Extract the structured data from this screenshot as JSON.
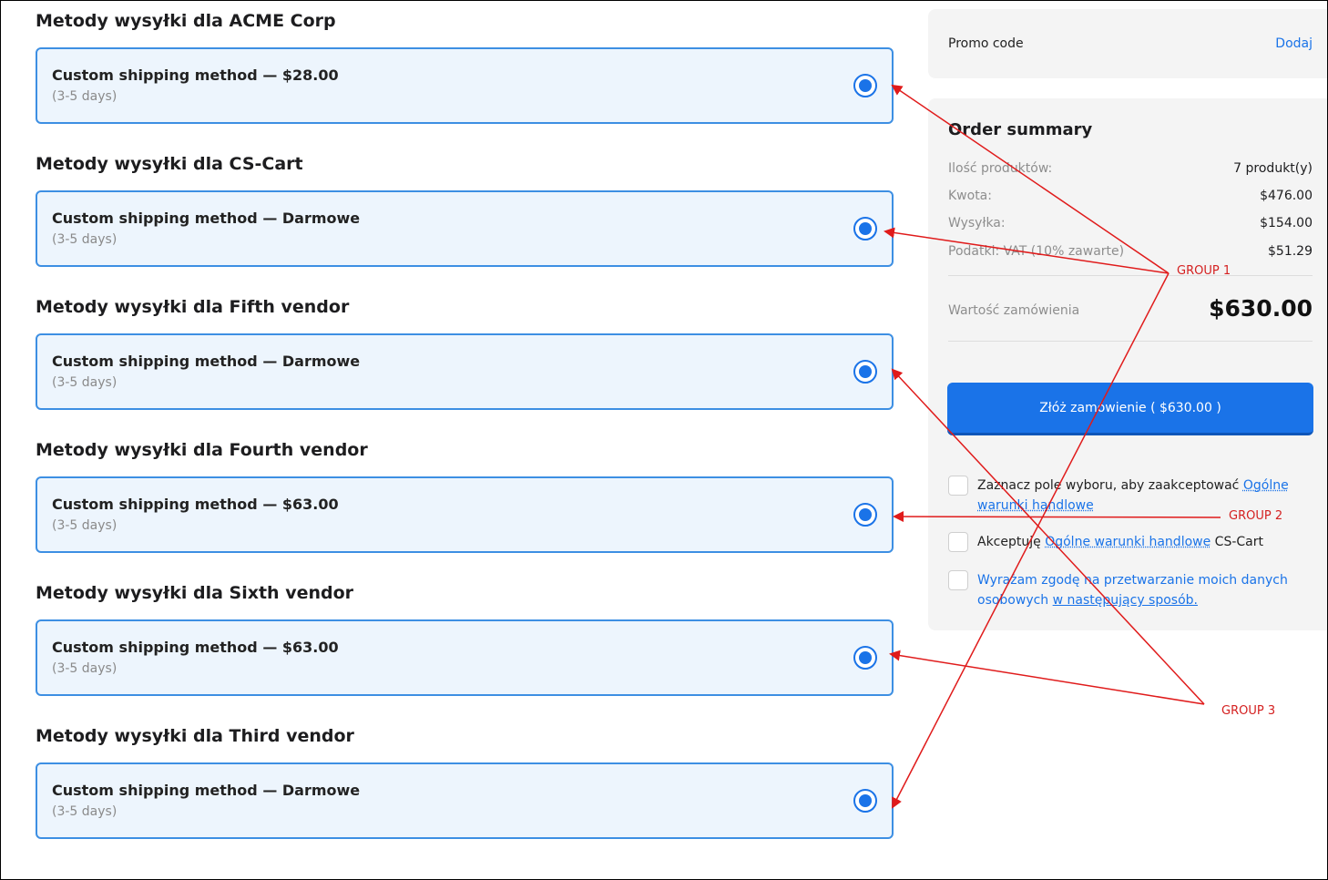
{
  "vendors": [
    {
      "title": "Metody wysyłki dla ACME Corp",
      "method": "Custom shipping method — $28.00",
      "days": "(3-5 days)"
    },
    {
      "title": "Metody wysyłki dla CS-Cart",
      "method": "Custom shipping method — Darmowe",
      "days": "(3-5 days)"
    },
    {
      "title": "Metody wysyłki dla Fifth vendor",
      "method": "Custom shipping method — Darmowe",
      "days": "(3-5 days)"
    },
    {
      "title": "Metody wysyłki dla Fourth vendor",
      "method": "Custom shipping method — $63.00",
      "days": "(3-5 days)"
    },
    {
      "title": "Metody wysyłki dla Sixth vendor",
      "method": "Custom shipping method — $63.00",
      "days": "(3-5 days)"
    },
    {
      "title": "Metody wysyłki dla Third vendor",
      "method": "Custom shipping method — Darmowe",
      "days": "(3-5 days)"
    }
  ],
  "promo": {
    "label": "Promo code",
    "action": "Dodaj"
  },
  "summary": {
    "title": "Order summary",
    "rows": [
      {
        "label": "Ilość produktów:",
        "value": "7 produkt(y)"
      },
      {
        "label": "Kwota:",
        "value": "$476.00"
      },
      {
        "label": "Wysyłka:",
        "value": "$154.00"
      },
      {
        "label": "Podatki: VAT (10% zawarte)",
        "value": "$51.29"
      }
    ],
    "total_label": "Wartość zamówienia",
    "total_value": "$630.00",
    "place_order": "Złóż zamówienie ( $630.00 )"
  },
  "agreements": {
    "terms": {
      "text": "Zaznacz pole wyboru, aby zaakceptować",
      "link": "Ogólne warunki handlowe"
    },
    "cs_cart": {
      "prefix": "Akceptuję",
      "link": "Ogólne warunki handlowe",
      "suffix": "CS-Cart"
    },
    "privacy": {
      "text": "Wyrażam zgodę na przetwarzanie moich danych osobowych",
      "link": "w następujący sposób."
    }
  },
  "annotations": {
    "group1": "GROUP 1",
    "group2": "GROUP 2",
    "group3": "GROUP 3",
    "color": "#e01b1b"
  },
  "colors": {
    "accent": "#1a73e8",
    "card_border": "#3d8fe3",
    "card_bg": "#edf5fd",
    "panel_bg": "#f4f4f4"
  }
}
